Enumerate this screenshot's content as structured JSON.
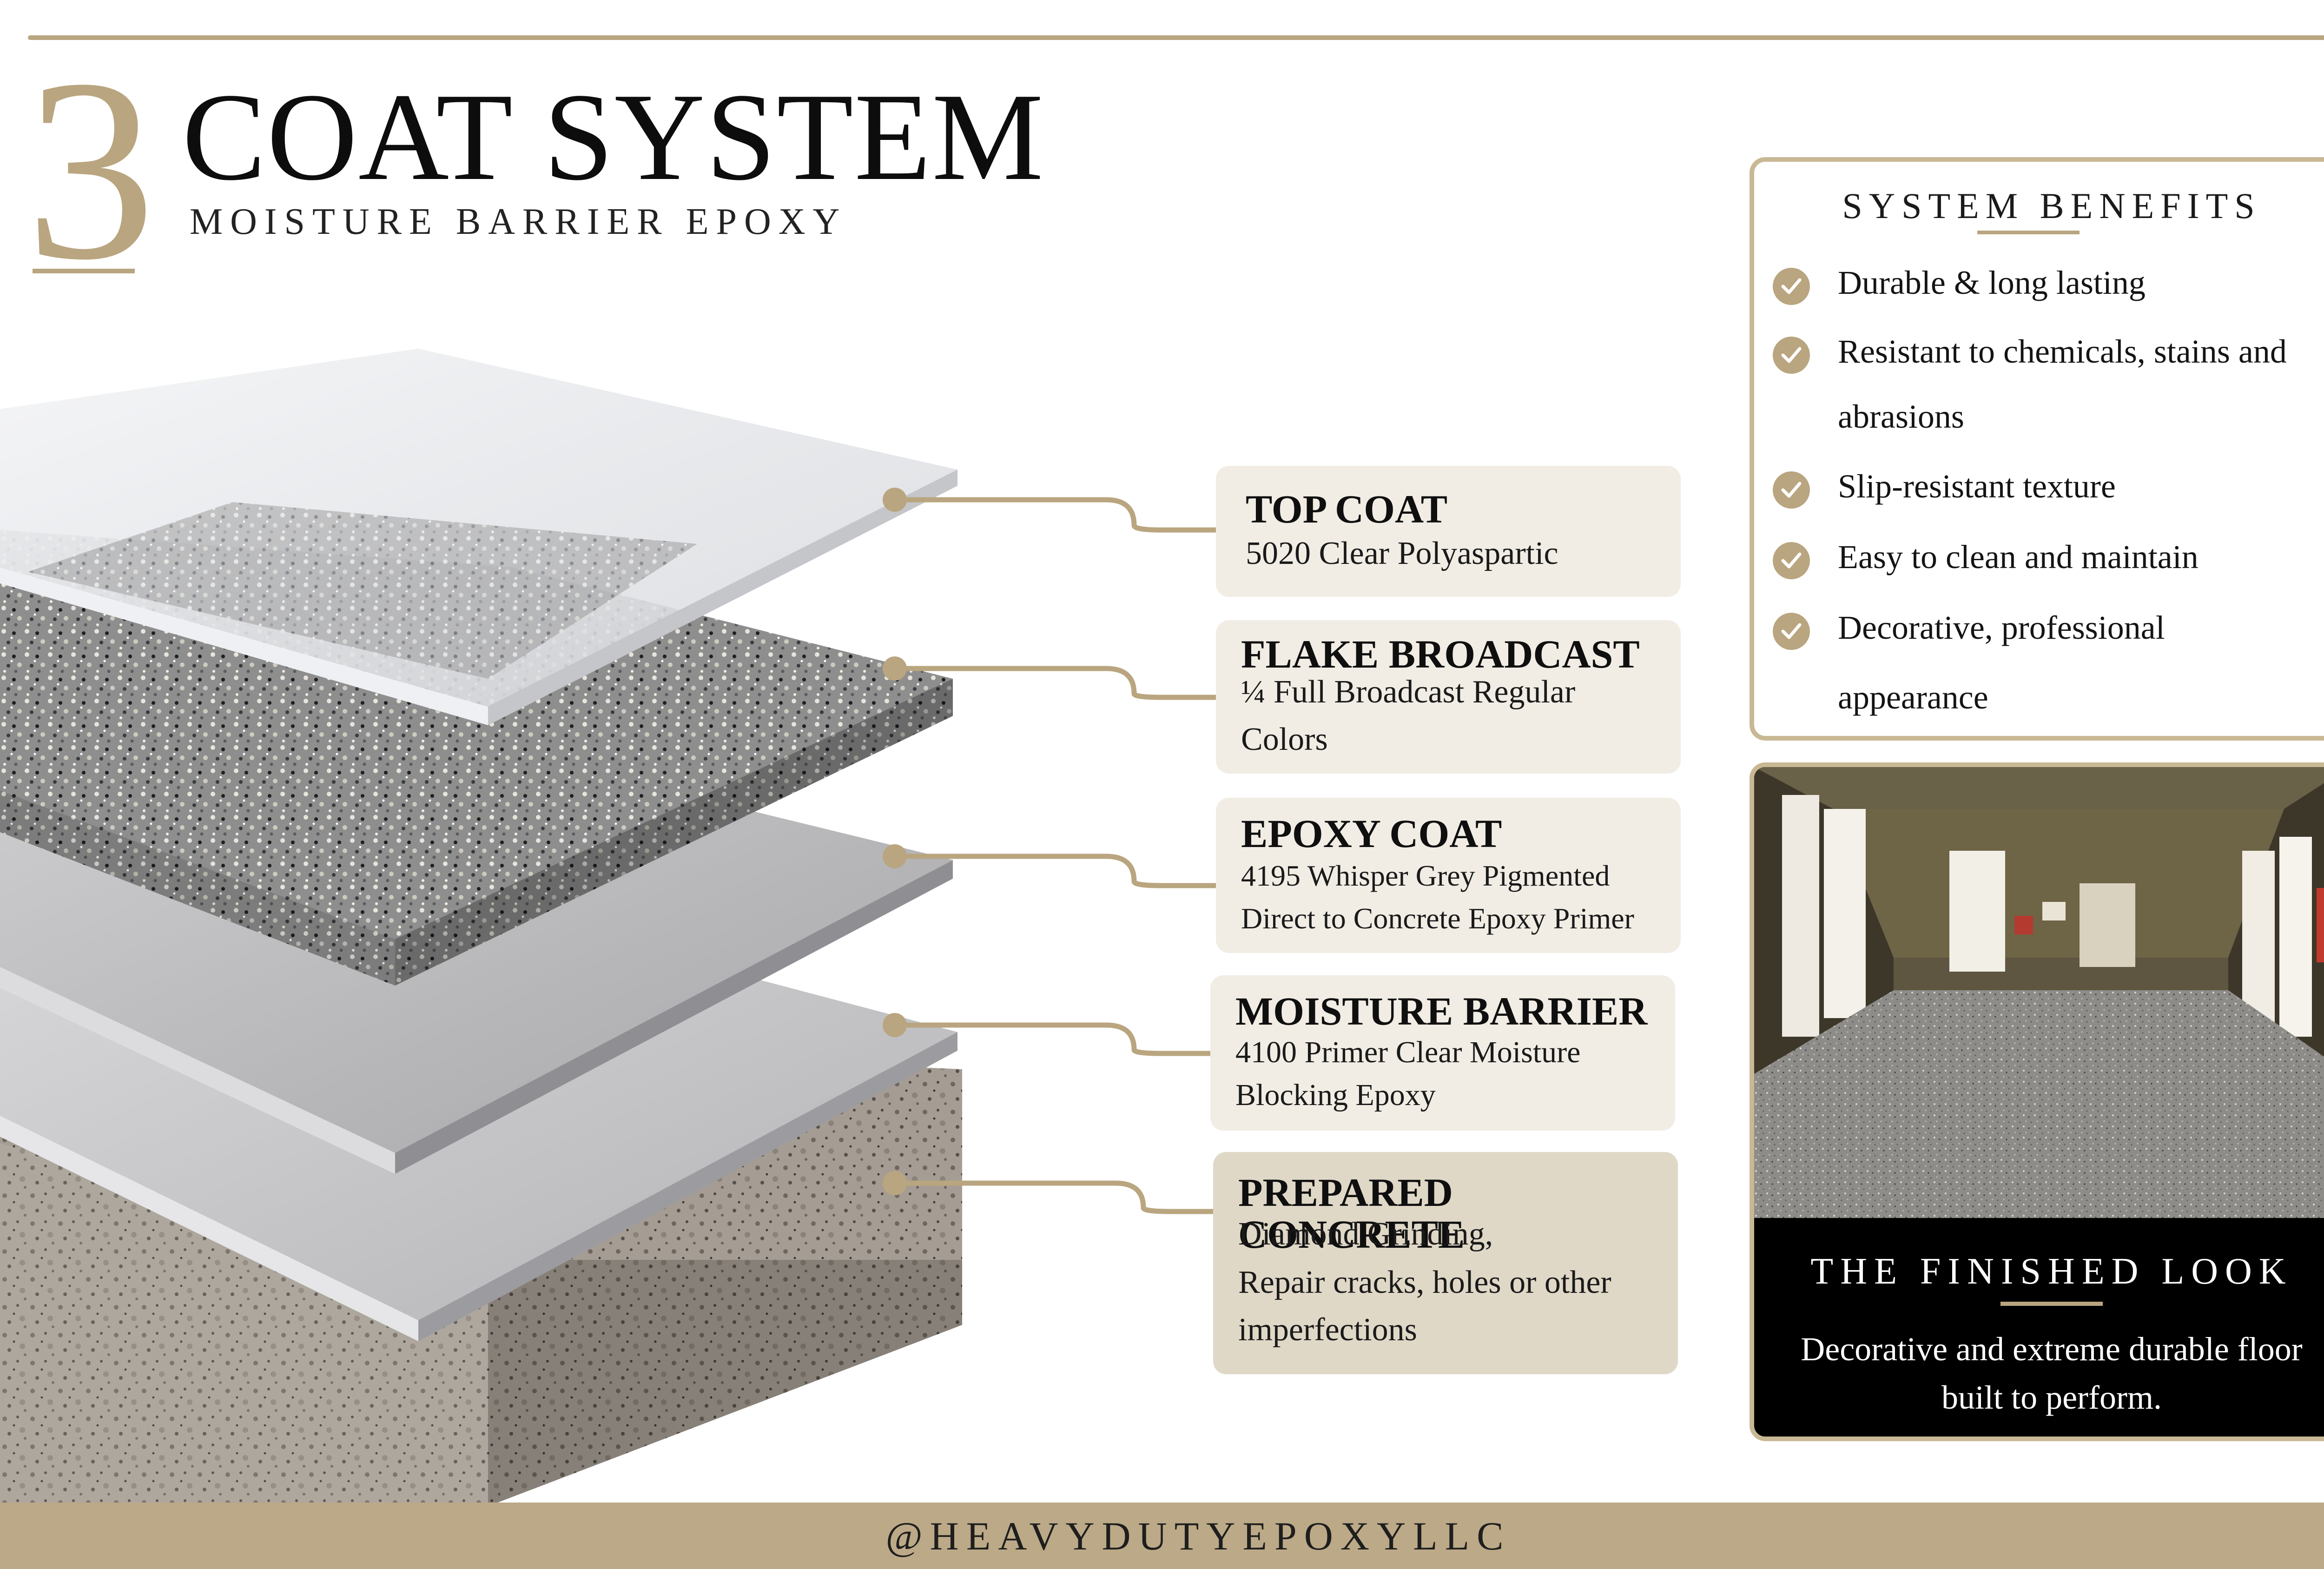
{
  "header": {
    "number": "3",
    "title": "COAT SYSTEM",
    "subtitle": "MOISTURE BARRIER EPOXY"
  },
  "layers": [
    {
      "title": "TOP COAT",
      "desc": [
        "5020 Clear Polyaspartic"
      ]
    },
    {
      "title": "FLAKE BROADCAST",
      "desc": [
        "¼ Full Broadcast Regular",
        "Colors"
      ]
    },
    {
      "title": "EPOXY COAT",
      "desc": [
        "4195 Whisper Grey Pigmented",
        "Direct to Concrete Epoxy Primer"
      ]
    },
    {
      "title": "MOISTURE BARRIER",
      "desc": [
        "4100 Primer Clear Moisture",
        "Blocking Epoxy"
      ]
    },
    {
      "title": "PREPARED CONCRETE",
      "desc": [
        "Diamond Grinding,",
        "Repair cracks, holes or other",
        "imperfections"
      ]
    }
  ],
  "benefits": {
    "title": "SYSTEM BENEFITS",
    "items": [
      [
        "Durable & long lasting"
      ],
      [
        "Resistant to chemicals, stains and",
        "abrasions"
      ],
      [
        "Slip-resistant texture"
      ],
      [
        "Easy to clean and maintain"
      ],
      [
        "Decorative, professional",
        "appearance"
      ]
    ]
  },
  "finished": {
    "title": "THE FINISHED LOOK",
    "desc": [
      "Decorative and extreme durable floor",
      "built to perform."
    ]
  },
  "footer": {
    "handle": "@HEAVYDUTYEPOXYLLC"
  },
  "colors": {
    "gold": "#b9a57f",
    "label_bg": "#f1ede5",
    "label_bg_dark": "#e0d8c7",
    "panel_black": "#000000"
  },
  "icons": {
    "benefit_bullet": "check-circle-icon"
  }
}
